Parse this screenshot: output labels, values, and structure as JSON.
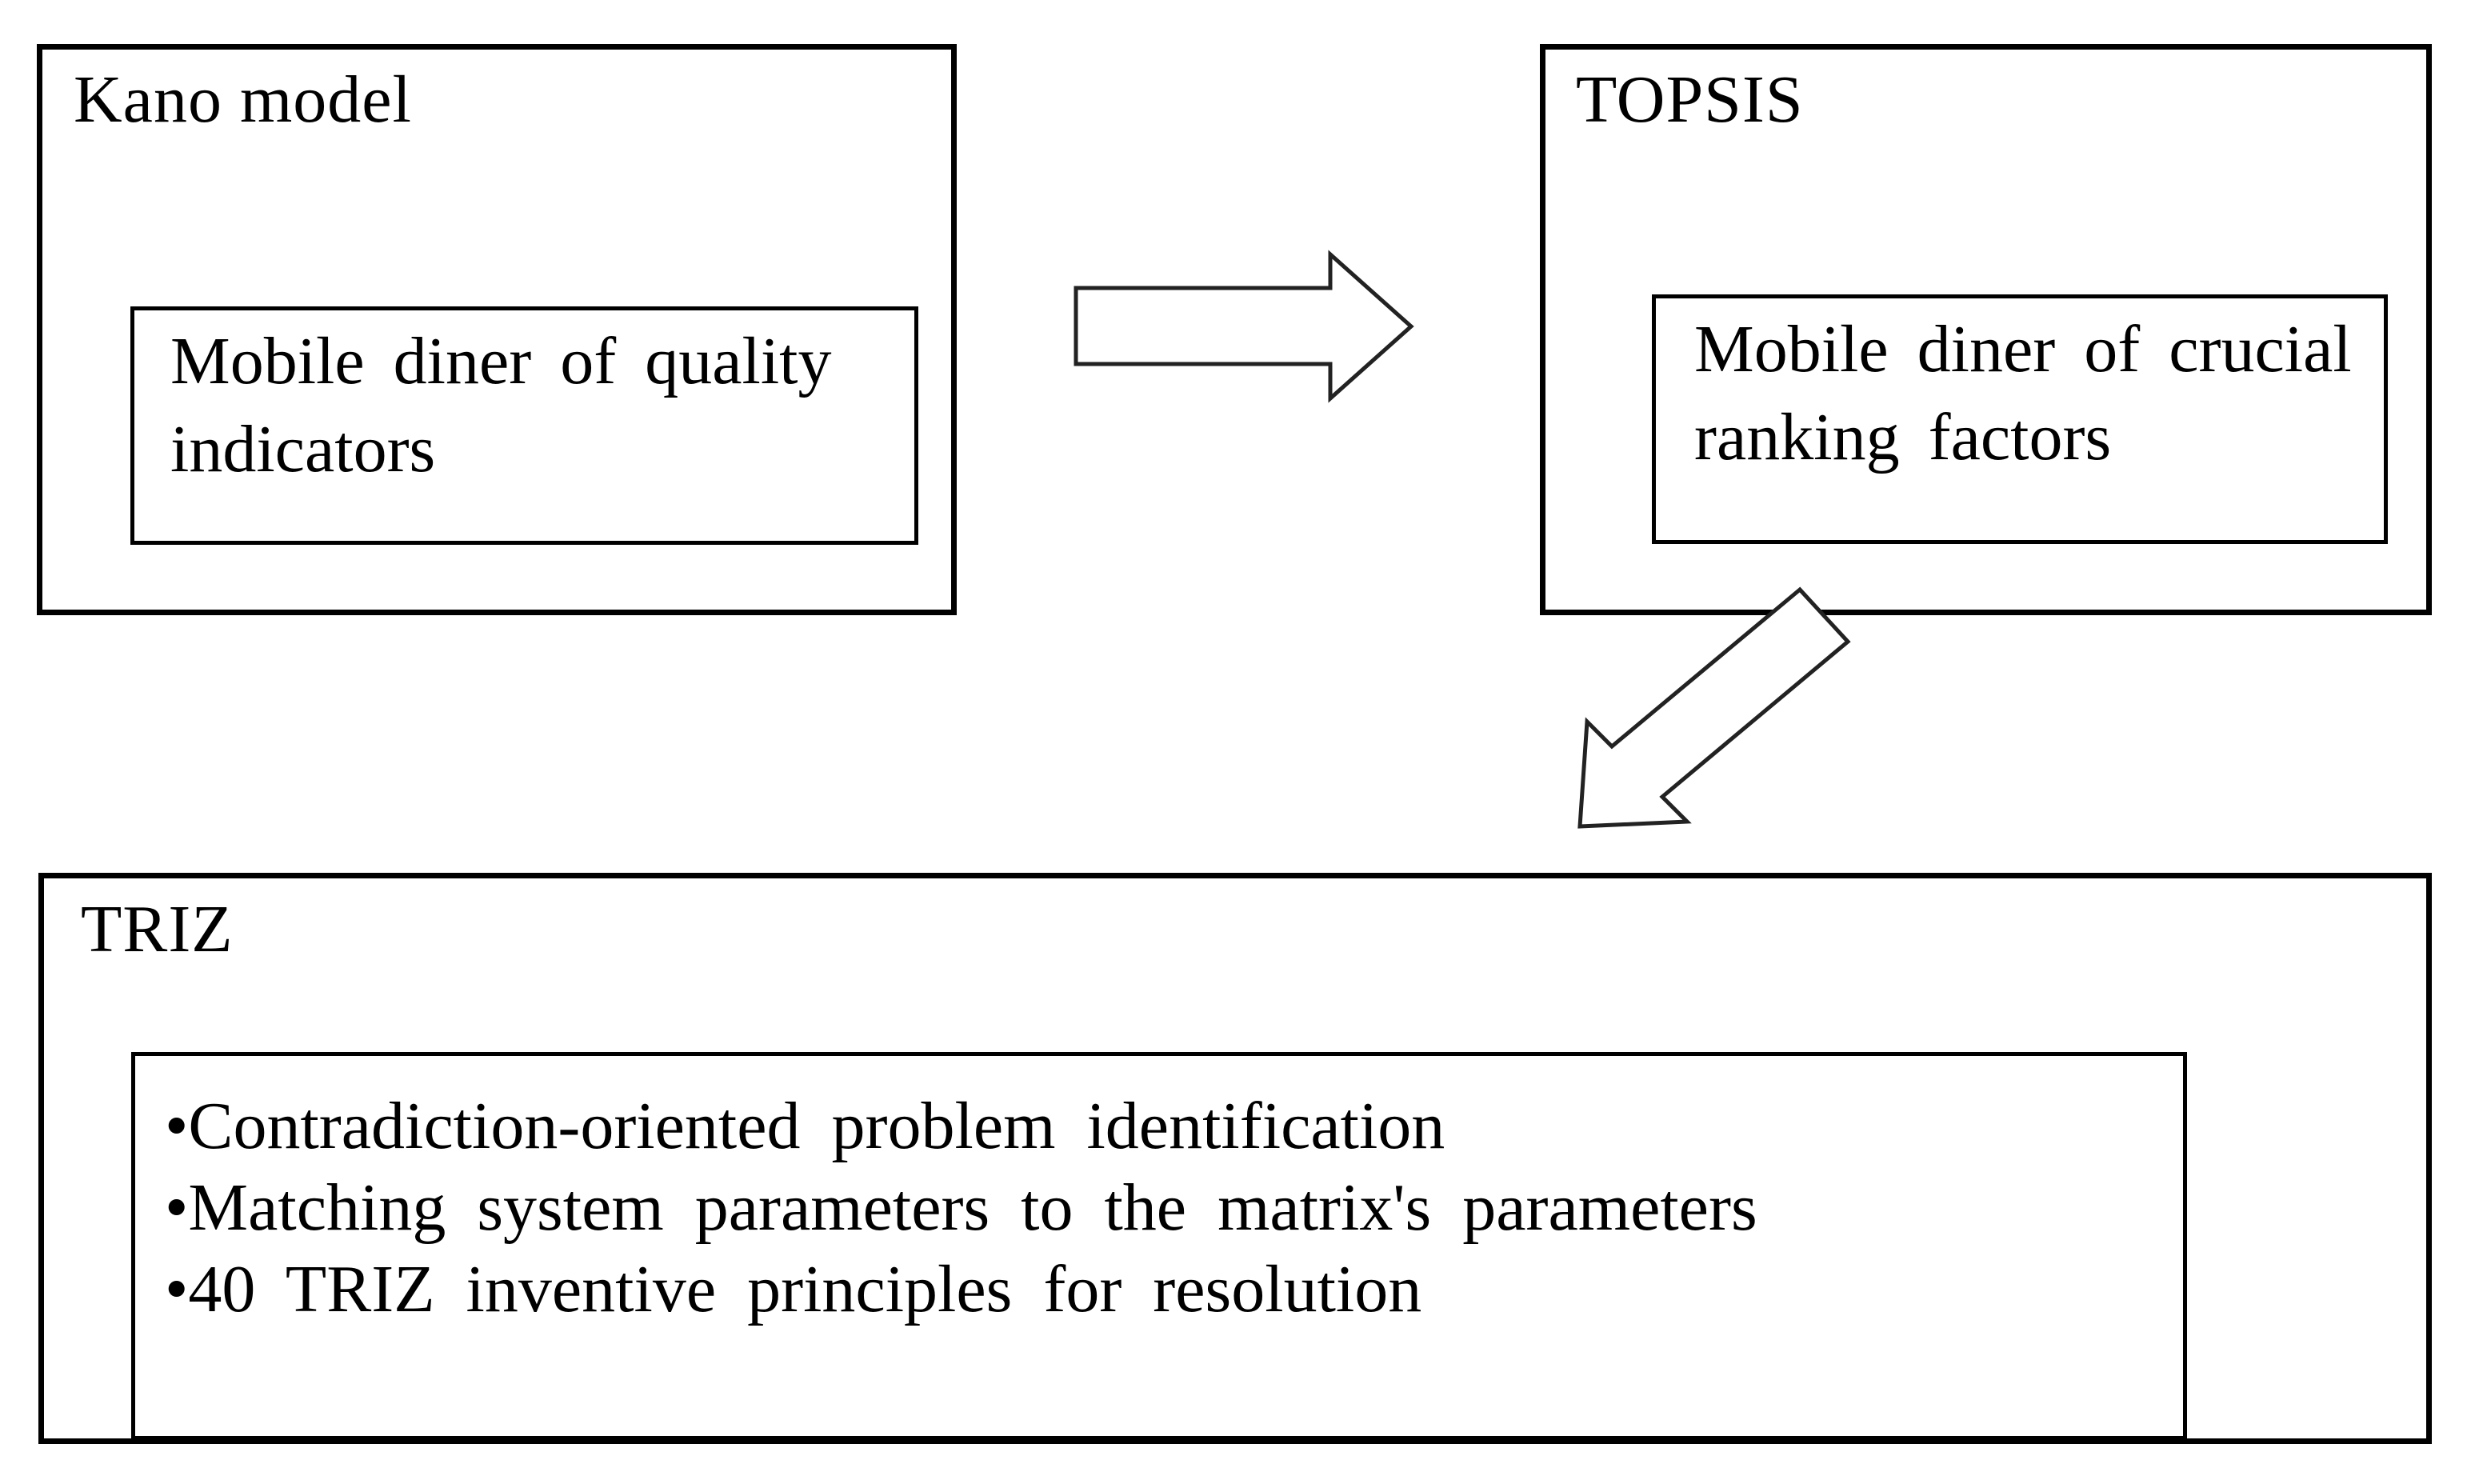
{
  "figure": {
    "background": "#ffffff",
    "border_color": "#000000",
    "text_color": "#000000",
    "arrow_outline_color": "#222222"
  },
  "kano": {
    "label": "Kano model",
    "content_lines": [
      "Mobile diner of quality",
      "indicators"
    ]
  },
  "topsis": {
    "label": "TOPSIS",
    "content_lines": [
      "Mobile diner of crucial",
      "ranking factors"
    ]
  },
  "triz": {
    "label": "TRIZ",
    "bullet_marker": "•",
    "bullets": [
      "Contradiction-oriented problem identification",
      "Matching system parameters to the matrix's parameters",
      "40 TRIZ inventive principles for resolution"
    ]
  },
  "arrows": [
    {
      "name": "kano-to-topsis",
      "direction": "right"
    },
    {
      "name": "topsis-to-triz",
      "direction": "down-left"
    }
  ]
}
